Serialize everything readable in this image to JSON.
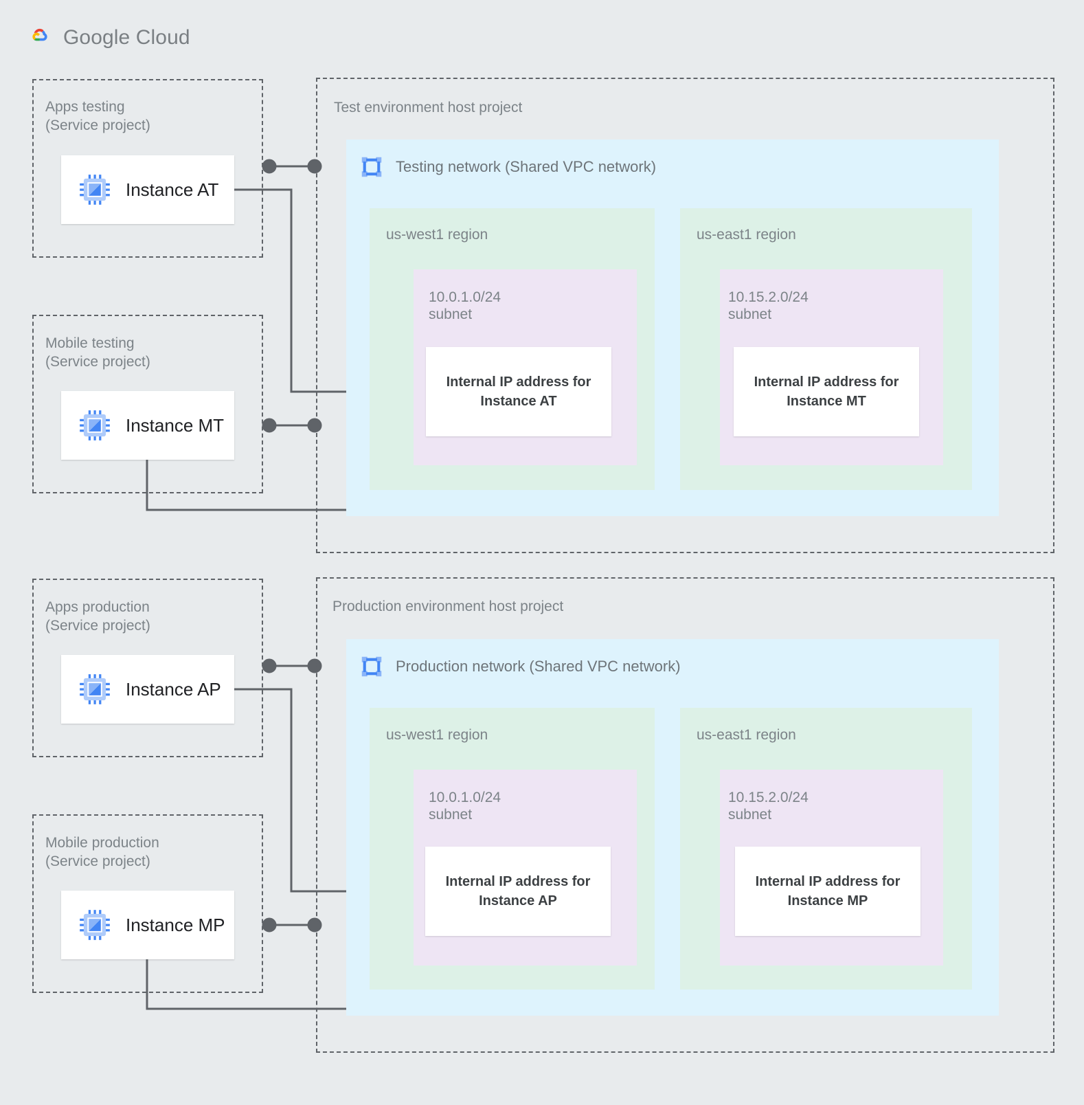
{
  "brand": {
    "name_bold": "Google",
    "name_light": " Cloud",
    "logo_icon": "google-cloud-logo",
    "colors": {
      "red": "#EA4335",
      "yellow": "#FBBC04",
      "green": "#34A853",
      "blue": "#4285F4"
    }
  },
  "palette": {
    "page_background": "#e8ebed",
    "vpc_background": "#def3fd",
    "region_background": "#ddf1e7",
    "subnet_background": "#eee5f4",
    "card_background": "#ffffff",
    "dashed_border": "#5f6368",
    "connector": "#5f6368",
    "label_text": "#7c8388",
    "card_text": "#202124",
    "ip_text": "#3c4043",
    "chip_icon": "#4285F4",
    "vpc_icon": "#4285F4"
  },
  "service_projects": [
    {
      "id": "apps-testing",
      "label": "Apps testing\n(Service project)",
      "instance": {
        "name": "Instance AT",
        "icon": "compute-instance-chip-icon"
      }
    },
    {
      "id": "mobile-testing",
      "label": "Mobile testing\n(Service project)",
      "instance": {
        "name": "Instance MT",
        "icon": "compute-instance-chip-icon"
      }
    },
    {
      "id": "apps-production",
      "label": "Apps production\n(Service project)",
      "instance": {
        "name": "Instance AP",
        "icon": "compute-instance-chip-icon"
      }
    },
    {
      "id": "mobile-production",
      "label": "Mobile production\n(Service project)",
      "instance": {
        "name": "Instance MP",
        "icon": "compute-instance-chip-icon"
      }
    }
  ],
  "host_projects": [
    {
      "id": "test-environment",
      "label": "Test environment host project",
      "network": {
        "title": "Testing network (Shared VPC network)",
        "icon": "vpc-network-icon"
      },
      "regions": [
        {
          "id": "test-us-west1",
          "name": "us-west1 region",
          "subnet": {
            "cidr": "10.0.1.0/24\nsubnet",
            "ip_card": "Internal IP address for\nInstance AT"
          }
        },
        {
          "id": "test-us-east1",
          "name": "us-east1 region",
          "subnet": {
            "cidr": "10.15.2.0/24\nsubnet",
            "ip_card": "Internal IP address for\nInstance MT"
          }
        }
      ]
    },
    {
      "id": "production-environment",
      "label": "Production environment host project",
      "network": {
        "title": "Production network (Shared VPC network)",
        "icon": "vpc-network-icon"
      },
      "regions": [
        {
          "id": "prod-us-west1",
          "name": "us-west1 region",
          "subnet": {
            "cidr": "10.0.1.0/24\nsubnet",
            "ip_card": "Internal IP address for\nInstance AP"
          }
        },
        {
          "id": "prod-us-east1",
          "name": "us-east1 region",
          "subnet": {
            "cidr": "10.15.2.0/24\nsubnet",
            "ip_card": "Internal IP address for\nInstance MP"
          }
        }
      ]
    }
  ]
}
